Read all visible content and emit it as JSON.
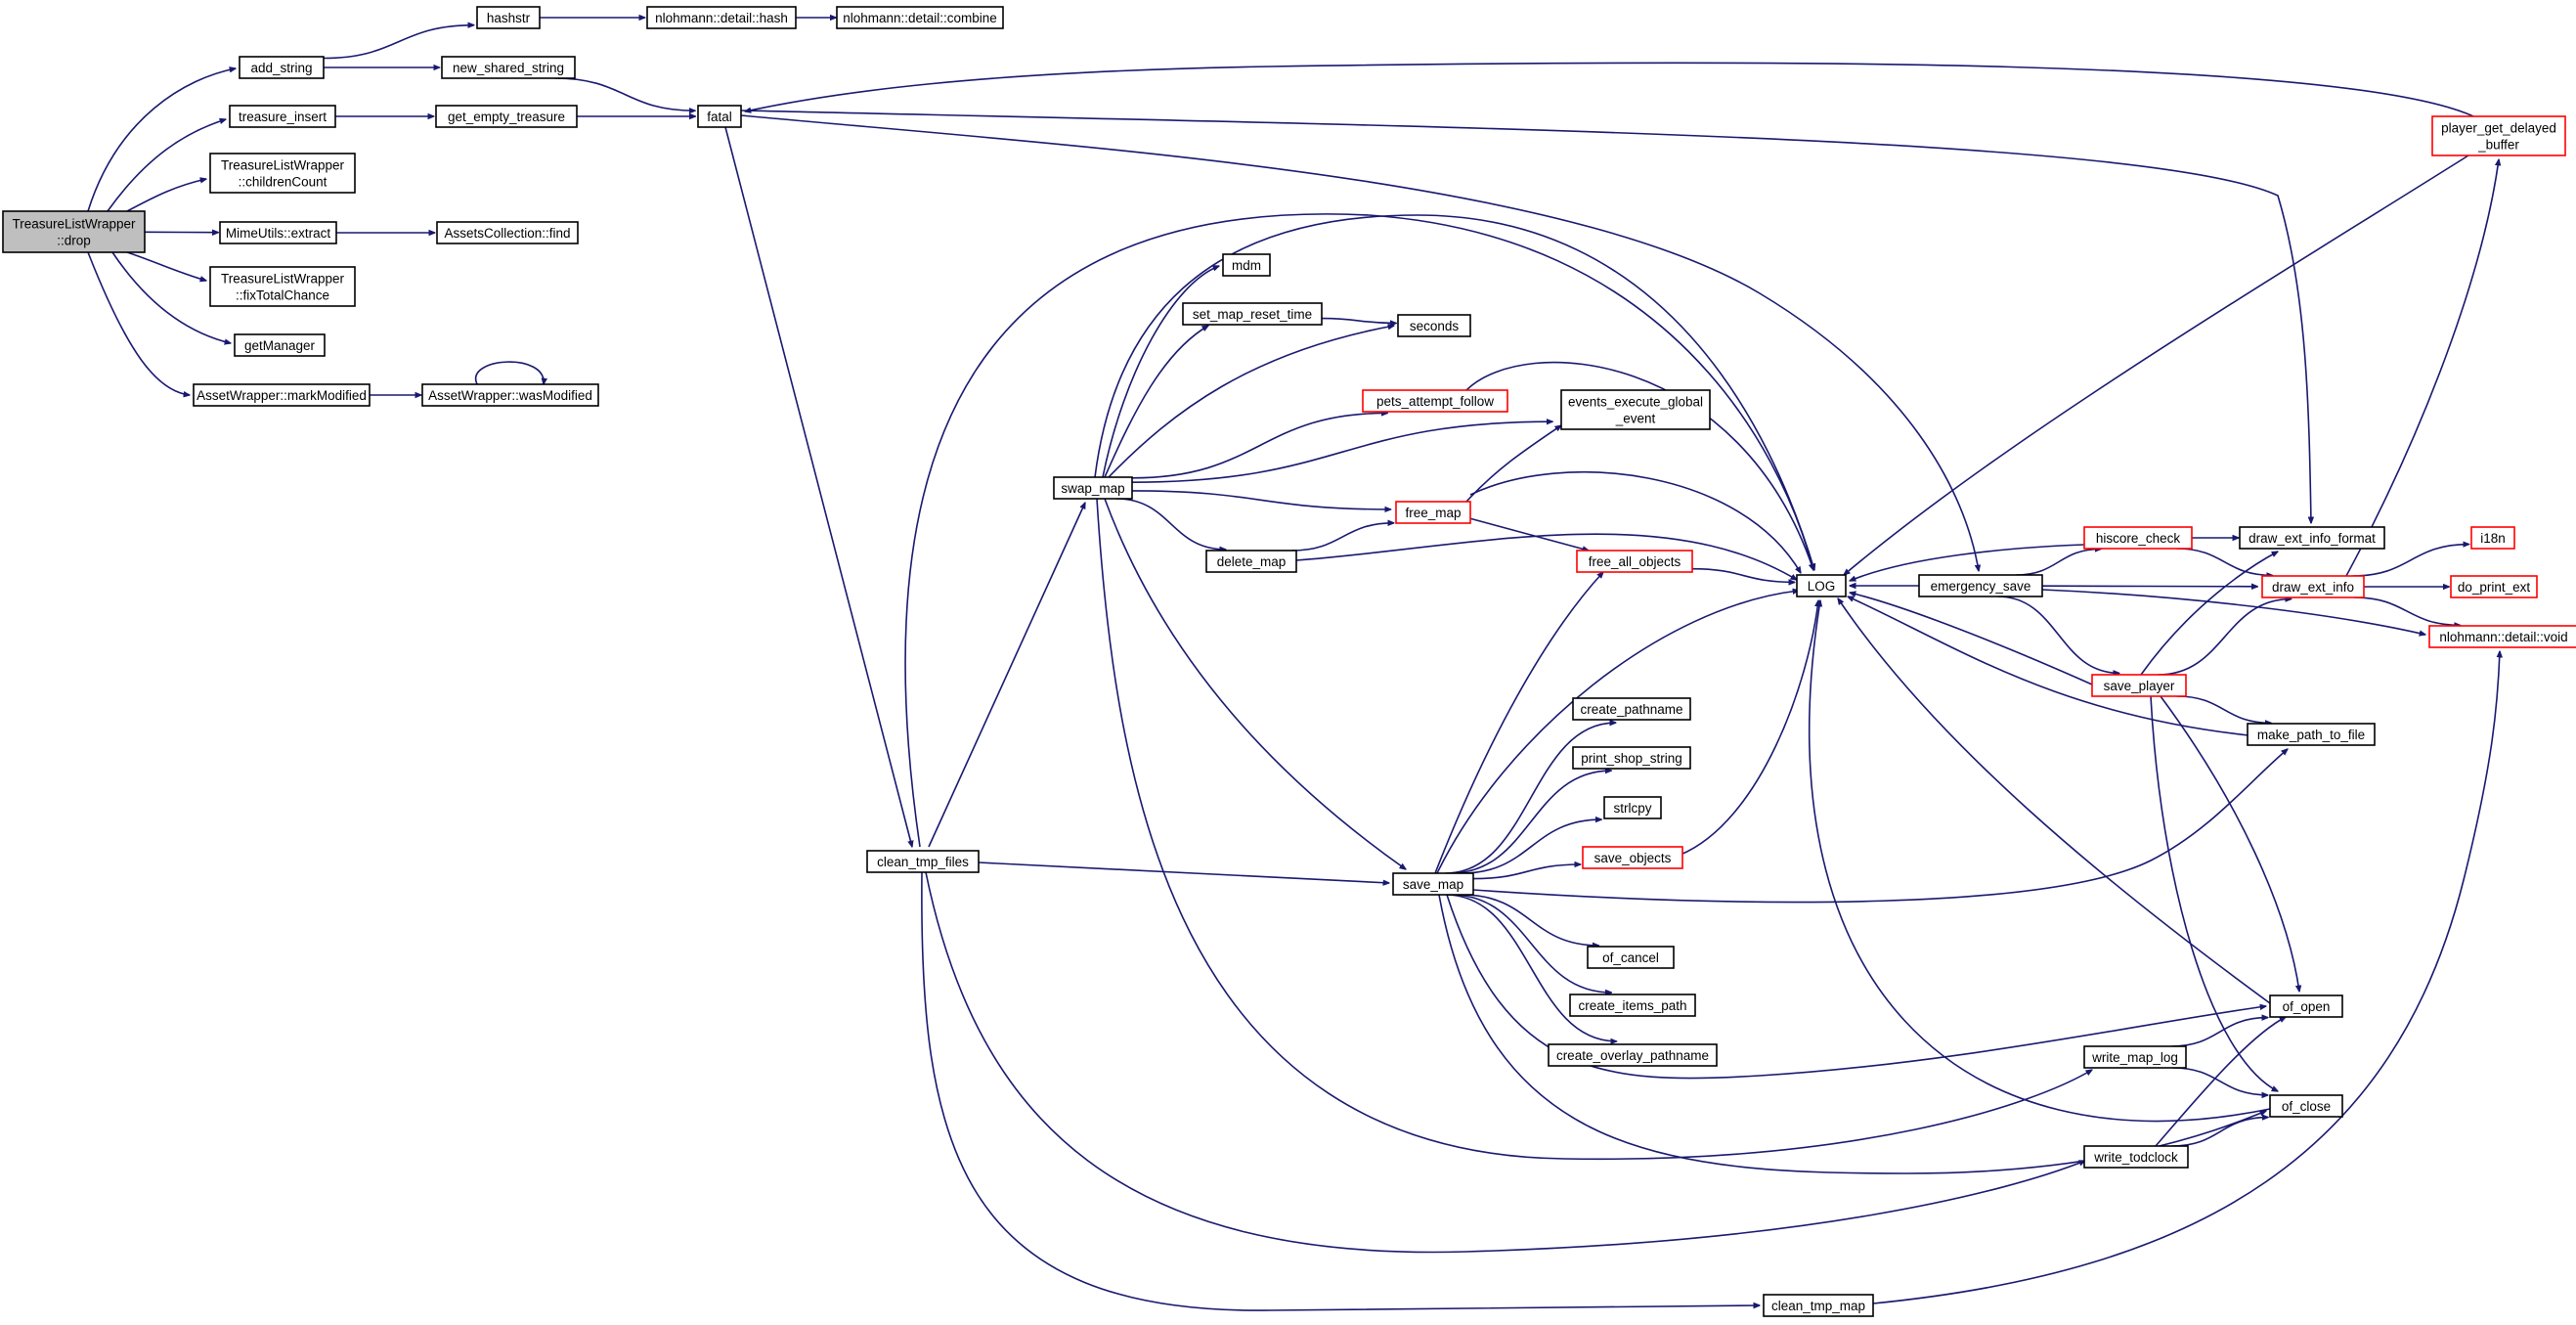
{
  "diagram": {
    "type": "call-graph",
    "colors": {
      "edge": "#191970",
      "border": "#000000",
      "truncated_border": "#ff0000",
      "root_fill": "#bfbfbf",
      "node_fill": "#ffffff"
    },
    "nodes": [
      {
        "id": "drop",
        "lines": [
          "TreasureListWrapper",
          "::drop"
        ],
        "root": true
      },
      {
        "id": "add_string",
        "lines": [
          "add_string"
        ]
      },
      {
        "id": "treasure_insert",
        "lines": [
          "treasure_insert"
        ]
      },
      {
        "id": "childrenCount",
        "lines": [
          "TreasureListWrapper",
          "::childrenCount"
        ]
      },
      {
        "id": "extract",
        "lines": [
          "MimeUtils::extract"
        ]
      },
      {
        "id": "fixTotalChance",
        "lines": [
          "TreasureListWrapper",
          "::fixTotalChance"
        ]
      },
      {
        "id": "getManager",
        "lines": [
          "getManager"
        ]
      },
      {
        "id": "markModified",
        "lines": [
          "AssetWrapper::markModified"
        ]
      },
      {
        "id": "hashstr",
        "lines": [
          "hashstr"
        ]
      },
      {
        "id": "nhash",
        "lines": [
          "nlohmann::detail::hash"
        ]
      },
      {
        "id": "combine",
        "lines": [
          "nlohmann::detail::combine"
        ]
      },
      {
        "id": "new_shared_string",
        "lines": [
          "new_shared_string"
        ]
      },
      {
        "id": "get_empty_treasure",
        "lines": [
          "get_empty_treasure"
        ]
      },
      {
        "id": "find",
        "lines": [
          "AssetsCollection::find"
        ]
      },
      {
        "id": "wasModified",
        "lines": [
          "AssetWrapper::wasModified"
        ]
      },
      {
        "id": "fatal",
        "lines": [
          "fatal"
        ]
      },
      {
        "id": "clean_tmp_files",
        "lines": [
          "clean_tmp_files"
        ]
      },
      {
        "id": "swap_map",
        "lines": [
          "swap_map"
        ]
      },
      {
        "id": "mdm",
        "lines": [
          "mdm"
        ]
      },
      {
        "id": "set_map_reset_time",
        "lines": [
          "set_map_reset_time"
        ]
      },
      {
        "id": "seconds",
        "lines": [
          "seconds"
        ]
      },
      {
        "id": "pets_attempt_follow",
        "lines": [
          "pets_attempt_follow"
        ],
        "truncated": true
      },
      {
        "id": "events_execute_global_event",
        "lines": [
          "events_execute_global",
          "_event"
        ]
      },
      {
        "id": "free_map",
        "lines": [
          "free_map"
        ],
        "truncated": true
      },
      {
        "id": "delete_map",
        "lines": [
          "delete_map"
        ]
      },
      {
        "id": "free_all_objects",
        "lines": [
          "free_all_objects"
        ],
        "truncated": true
      },
      {
        "id": "LOG",
        "lines": [
          "LOG"
        ]
      },
      {
        "id": "emergency_save",
        "lines": [
          "emergency_save"
        ]
      },
      {
        "id": "hiscore_check",
        "lines": [
          "hiscore_check"
        ],
        "truncated": true
      },
      {
        "id": "draw_ext_info_format",
        "lines": [
          "draw_ext_info_format"
        ]
      },
      {
        "id": "draw_ext_info",
        "lines": [
          "draw_ext_info"
        ],
        "truncated": true
      },
      {
        "id": "i18n",
        "lines": [
          "i18n"
        ],
        "truncated": true
      },
      {
        "id": "do_print_ext",
        "lines": [
          "do_print_ext"
        ],
        "truncated": true
      },
      {
        "id": "nvoid",
        "lines": [
          "nlohmann::detail::void"
        ],
        "truncated": true
      },
      {
        "id": "player_get_delayed_buffer",
        "lines": [
          "player_get_delayed",
          "_buffer"
        ],
        "truncated": true
      },
      {
        "id": "save_player",
        "lines": [
          "save_player"
        ],
        "truncated": true
      },
      {
        "id": "make_path_to_file",
        "lines": [
          "make_path_to_file"
        ]
      },
      {
        "id": "create_pathname",
        "lines": [
          "create_pathname"
        ]
      },
      {
        "id": "print_shop_string",
        "lines": [
          "print_shop_string"
        ]
      },
      {
        "id": "strlcpy",
        "lines": [
          "strlcpy"
        ]
      },
      {
        "id": "save_objects",
        "lines": [
          "save_objects"
        ],
        "truncated": true
      },
      {
        "id": "save_map",
        "lines": [
          "save_map"
        ]
      },
      {
        "id": "of_cancel",
        "lines": [
          "of_cancel"
        ]
      },
      {
        "id": "create_items_path",
        "lines": [
          "create_items_path"
        ]
      },
      {
        "id": "create_overlay_pathname",
        "lines": [
          "create_overlay_pathname"
        ]
      },
      {
        "id": "of_open",
        "lines": [
          "of_open"
        ]
      },
      {
        "id": "write_map_log",
        "lines": [
          "write_map_log"
        ]
      },
      {
        "id": "of_close",
        "lines": [
          "of_close"
        ]
      },
      {
        "id": "write_todclock",
        "lines": [
          "write_todclock"
        ]
      },
      {
        "id": "clean_tmp_map",
        "lines": [
          "clean_tmp_map"
        ]
      }
    ],
    "edges": [
      [
        "drop",
        "add_string"
      ],
      [
        "drop",
        "treasure_insert"
      ],
      [
        "drop",
        "childrenCount"
      ],
      [
        "drop",
        "extract"
      ],
      [
        "drop",
        "fixTotalChance"
      ],
      [
        "drop",
        "getManager"
      ],
      [
        "drop",
        "markModified"
      ],
      [
        "add_string",
        "hashstr"
      ],
      [
        "add_string",
        "new_shared_string"
      ],
      [
        "hashstr",
        "nhash"
      ],
      [
        "nhash",
        "combine"
      ],
      [
        "new_shared_string",
        "fatal"
      ],
      [
        "treasure_insert",
        "get_empty_treasure"
      ],
      [
        "get_empty_treasure",
        "fatal"
      ],
      [
        "extract",
        "find"
      ],
      [
        "markModified",
        "wasModified"
      ],
      [
        "wasModified",
        "wasModified"
      ],
      [
        "fatal",
        "clean_tmp_files"
      ],
      [
        "player_get_delayed_buffer",
        "fatal"
      ],
      [
        "fatal",
        "draw_ext_info_format"
      ],
      [
        "fatal",
        "emergency_save"
      ],
      [
        "clean_tmp_files",
        "LOG"
      ],
      [
        "clean_tmp_files",
        "swap_map"
      ],
      [
        "clean_tmp_files",
        "save_map"
      ],
      [
        "clean_tmp_files",
        "write_todclock"
      ],
      [
        "clean_tmp_files",
        "clean_tmp_map"
      ],
      [
        "swap_map",
        "mdm"
      ],
      [
        "swap_map",
        "set_map_reset_time"
      ],
      [
        "swap_map",
        "seconds"
      ],
      [
        "swap_map",
        "pets_attempt_follow"
      ],
      [
        "swap_map",
        "events_execute_global_event"
      ],
      [
        "swap_map",
        "free_map"
      ],
      [
        "swap_map",
        "delete_map"
      ],
      [
        "swap_map",
        "LOG"
      ],
      [
        "swap_map",
        "save_map"
      ],
      [
        "swap_map",
        "write_map_log"
      ],
      [
        "set_map_reset_time",
        "seconds"
      ],
      [
        "pets_attempt_follow",
        "LOG"
      ],
      [
        "free_map",
        "events_execute_global_event"
      ],
      [
        "free_map",
        "LOG"
      ],
      [
        "free_map",
        "free_all_objects"
      ],
      [
        "delete_map",
        "free_map"
      ],
      [
        "delete_map",
        "LOG"
      ],
      [
        "free_all_objects",
        "LOG"
      ],
      [
        "emergency_save",
        "LOG"
      ],
      [
        "emergency_save",
        "hiscore_check"
      ],
      [
        "emergency_save",
        "draw_ext_info"
      ],
      [
        "emergency_save",
        "nvoid"
      ],
      [
        "emergency_save",
        "save_player"
      ],
      [
        "hiscore_check",
        "LOG"
      ],
      [
        "hiscore_check",
        "draw_ext_info_format"
      ],
      [
        "hiscore_check",
        "draw_ext_info"
      ],
      [
        "draw_ext_info",
        "player_get_delayed_buffer"
      ],
      [
        "draw_ext_info",
        "i18n"
      ],
      [
        "draw_ext_info",
        "do_print_ext"
      ],
      [
        "draw_ext_info",
        "nvoid"
      ],
      [
        "player_get_delayed_buffer",
        "LOG"
      ],
      [
        "save_player",
        "LOG"
      ],
      [
        "save_player",
        "draw_ext_info_format"
      ],
      [
        "save_player",
        "draw_ext_info"
      ],
      [
        "save_player",
        "make_path_to_file"
      ],
      [
        "save_player",
        "of_open"
      ],
      [
        "save_player",
        "of_close"
      ],
      [
        "make_path_to_file",
        "LOG"
      ],
      [
        "save_map",
        "LOG"
      ],
      [
        "save_map",
        "free_all_objects"
      ],
      [
        "save_map",
        "create_pathname"
      ],
      [
        "save_map",
        "print_shop_string"
      ],
      [
        "save_map",
        "strlcpy"
      ],
      [
        "save_map",
        "save_objects"
      ],
      [
        "save_map",
        "make_path_to_file"
      ],
      [
        "save_map",
        "of_cancel"
      ],
      [
        "save_map",
        "create_items_path"
      ],
      [
        "save_map",
        "create_overlay_pathname"
      ],
      [
        "save_map",
        "of_open"
      ],
      [
        "save_map",
        "of_close"
      ],
      [
        "save_objects",
        "LOG"
      ],
      [
        "of_open",
        "LOG"
      ],
      [
        "of_close",
        "LOG"
      ],
      [
        "write_map_log",
        "of_open"
      ],
      [
        "write_map_log",
        "of_close"
      ],
      [
        "write_todclock",
        "of_open"
      ],
      [
        "write_todclock",
        "of_close"
      ],
      [
        "clean_tmp_map",
        "nvoid"
      ]
    ]
  }
}
